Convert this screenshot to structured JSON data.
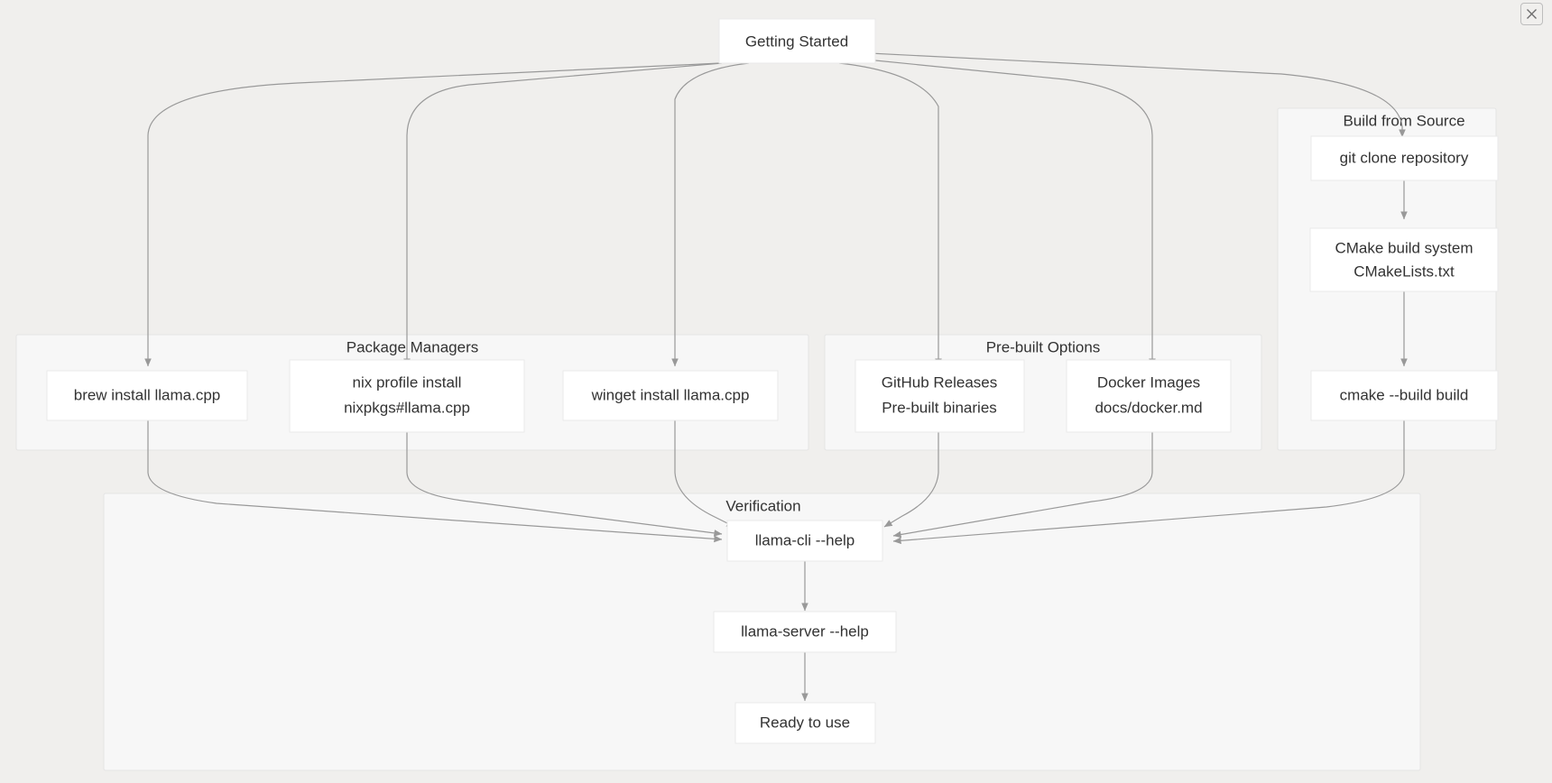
{
  "window": {
    "close_label": "Close",
    "close_icon": "close-icon"
  },
  "diagram": {
    "type": "flowchart",
    "direction": "top-down",
    "root": {
      "id": "start",
      "label": "Getting Started"
    },
    "subgraphs": [
      {
        "id": "package-managers",
        "title": "Package Managers",
        "nodes": [
          {
            "id": "brew",
            "label_line1": "brew install llama.cpp",
            "label_line2": ""
          },
          {
            "id": "nix",
            "label_line1": "nix profile install",
            "label_line2": "nixpkgs#llama.cpp"
          },
          {
            "id": "winget",
            "label_line1": "winget install llama.cpp",
            "label_line2": ""
          }
        ]
      },
      {
        "id": "prebuilt-options",
        "title": "Pre-built Options",
        "nodes": [
          {
            "id": "github",
            "label_line1": "GitHub Releases",
            "label_line2": "Pre-built binaries"
          },
          {
            "id": "docker",
            "label_line1": "Docker Images",
            "label_line2": "docs/docker.md"
          }
        ]
      },
      {
        "id": "build-from-source",
        "title": "Build from Source",
        "nodes": [
          {
            "id": "gitclone",
            "label_line1": "git clone repository",
            "label_line2": ""
          },
          {
            "id": "cmakebuild",
            "label_line1": "CMake build system",
            "label_line2": "CMakeLists.txt"
          },
          {
            "id": "cmakerun",
            "label_line1": "cmake --build build",
            "label_line2": ""
          }
        ]
      },
      {
        "id": "verification",
        "title": "Verification",
        "nodes": [
          {
            "id": "cli",
            "label_line1": "llama-cli --help",
            "label_line2": ""
          },
          {
            "id": "server",
            "label_line1": "llama-server --help",
            "label_line2": ""
          },
          {
            "id": "ready",
            "label_line1": "Ready to use",
            "label_line2": ""
          }
        ]
      }
    ],
    "colors": {
      "canvas_background": "#f0efed",
      "subgraph_background": "#f7f7f7",
      "subgraph_border": "#e4e4e4",
      "node_background": "#ffffff",
      "node_border": "#eaeaea",
      "edge_stroke": "#999999",
      "text": "#333333"
    }
  }
}
